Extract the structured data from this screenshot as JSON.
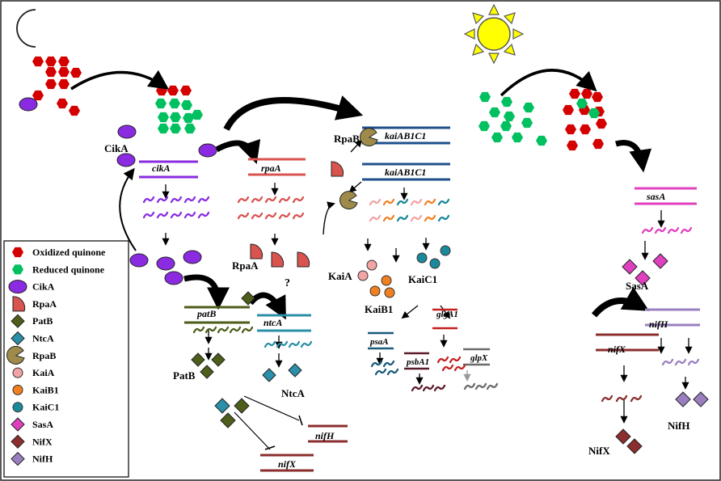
{
  "legend": [
    {
      "name": "oxidized-quinone",
      "label": "Oxidized quinone",
      "shape": "hexagon",
      "color": "#d40000"
    },
    {
      "name": "reduced-quinone",
      "label": "Reduced quinone",
      "shape": "hexagon",
      "color": "#00c060"
    },
    {
      "name": "cika",
      "label": "CikA",
      "shape": "ellipse",
      "color": "#8a2be2"
    },
    {
      "name": "rpaa",
      "label": "RpaA",
      "shape": "wedge",
      "color": "#d9534f"
    },
    {
      "name": "patb",
      "label": "PatB",
      "shape": "diamond",
      "color": "#4d5e1a"
    },
    {
      "name": "ntca",
      "label": "NtcA",
      "shape": "diamond",
      "color": "#2a8fa8"
    },
    {
      "name": "rpab",
      "label": "RpaB",
      "shape": "pacman",
      "color": "#9e8a4a"
    },
    {
      "name": "kaia",
      "label": "KaiA",
      "shape": "circle",
      "color": "#f2a3a3"
    },
    {
      "name": "kaib1",
      "label": "KaiB1",
      "shape": "circle",
      "color": "#f08020"
    },
    {
      "name": "kaic1",
      "label": "KaiC1",
      "shape": "circle",
      "color": "#1a8a9a"
    },
    {
      "name": "sasa",
      "label": "SasA",
      "shape": "diamond",
      "color": "#e040c0"
    },
    {
      "name": "nifx",
      "label": "NifX",
      "shape": "diamond",
      "color": "#8b2e2e"
    },
    {
      "name": "nifh",
      "label": "NifH",
      "shape": "diamond",
      "color": "#9a7fc0"
    }
  ],
  "genes": {
    "cikA": "cikA",
    "rpaA": "rpaA",
    "kaiAB1C1_top": "kaiAB1C1",
    "kaiAB1C1_bottom": "kaiAB1C1",
    "patB": "patB",
    "ntcA": "ntcA",
    "psaA": "psaA",
    "glgA1": "glgA1",
    "psbA1": "psbA1",
    "glpX": "glpX",
    "nifH_left": "nifH",
    "nifX_left": "nifX",
    "sasA": "sasA",
    "nifH_right": "nifH",
    "nifX_right": "nifX"
  },
  "proteins": {
    "CikA": "CikA",
    "RpaA": "RpaA",
    "RpaB": "RpaB",
    "KaiA": "KaiA",
    "KaiB1": "KaiB1",
    "KaiC1": "KaiC1",
    "PatB": "PatB",
    "NtcA": "NtcA",
    "SasA": "SasA",
    "NifX": "NifX",
    "NifH": "NifH"
  },
  "annotations": {
    "question": "?"
  },
  "icons": [
    "moon-icon",
    "sun-icon"
  ]
}
